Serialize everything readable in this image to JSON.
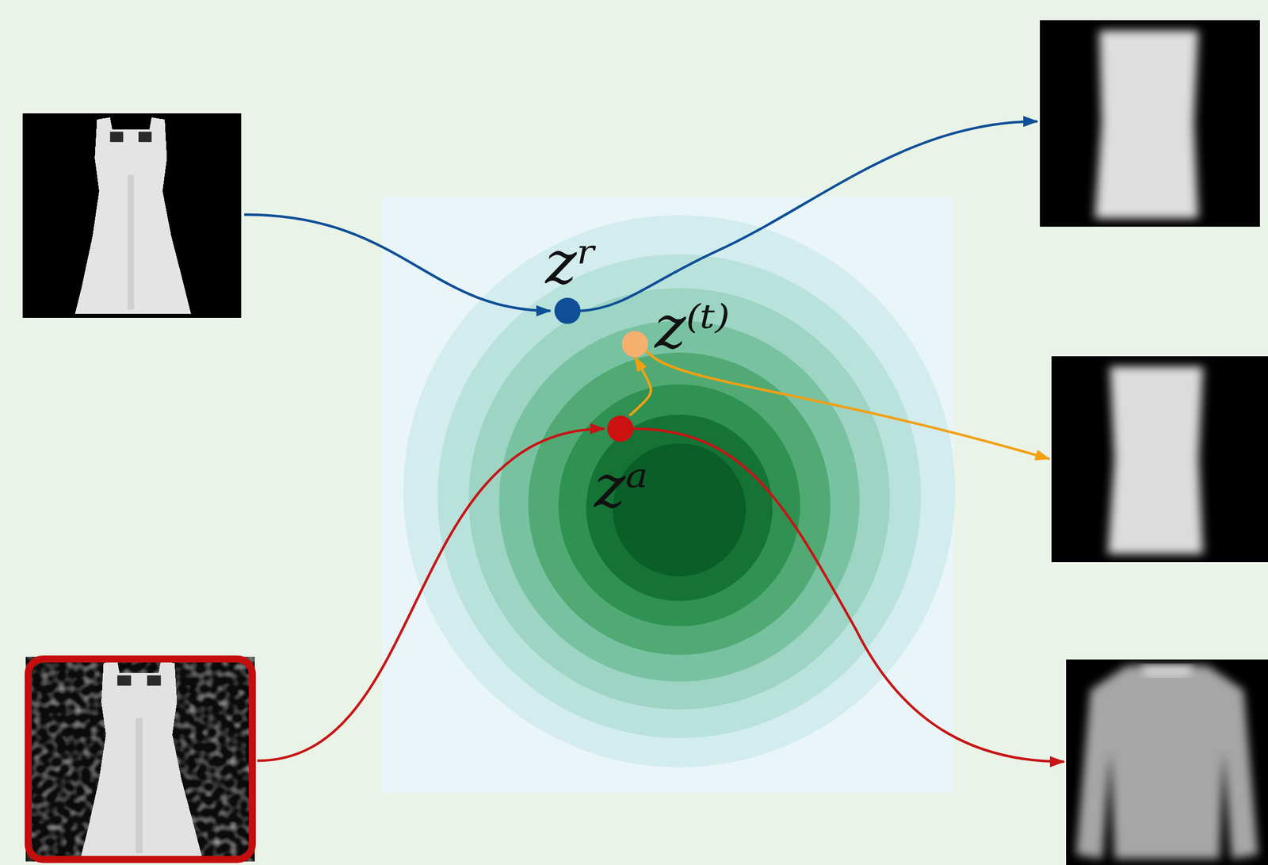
{
  "diagram": {
    "nodes": [
      {
        "text": [
          "zʳ"
        ]
      },
      {
        "text": [
          "z⁽ᵗ⁾"
        ]
      },
      {
        "text": [
          "zᵃ"
        ]
      }
    ],
    "edges": [
      {
        "from": 2,
        "to": 1,
        "arrow": "to"
      }
    ]
  }
}
